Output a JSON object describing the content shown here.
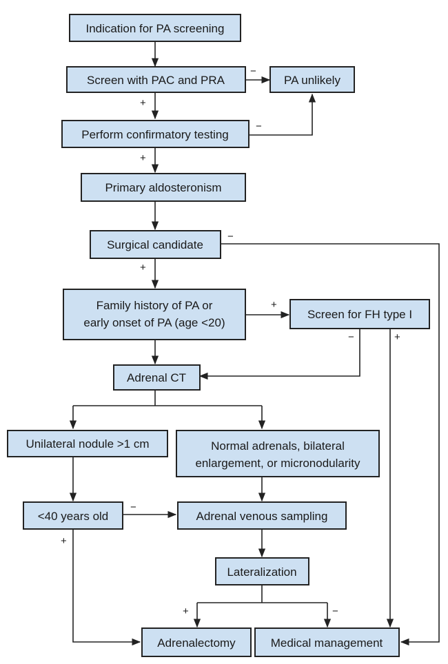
{
  "nodes": {
    "indication": [
      "Indication for PA screening"
    ],
    "screen": [
      "Screen with PAC and PRA"
    ],
    "pa_unlikely": [
      "PA unlikely"
    ],
    "confirm": [
      "Perform confirmatory testing"
    ],
    "primary": [
      "Primary aldosteronism"
    ],
    "surgical": [
      "Surgical candidate"
    ],
    "family": [
      "Family history of PA or",
      "early onset of PA (age <20)"
    ],
    "fh_screen": [
      "Screen for FH type I"
    ],
    "ct": [
      "Adrenal CT"
    ],
    "unilateral": [
      "Unilateral nodule >1 cm"
    ],
    "normal": [
      "Normal adrenals, bilateral",
      "enlargement, or micronodularity"
    ],
    "under40": [
      "<40 years old"
    ],
    "avs": [
      "Adrenal venous sampling"
    ],
    "lateral": [
      "Lateralization"
    ],
    "adrenalectomy": [
      "Adrenalectomy"
    ],
    "medical": [
      "Medical management"
    ]
  },
  "signs": {
    "plus": "+",
    "minus": "−"
  },
  "colors": {
    "box_fill": "#cde0f2",
    "stroke": "#222222"
  }
}
